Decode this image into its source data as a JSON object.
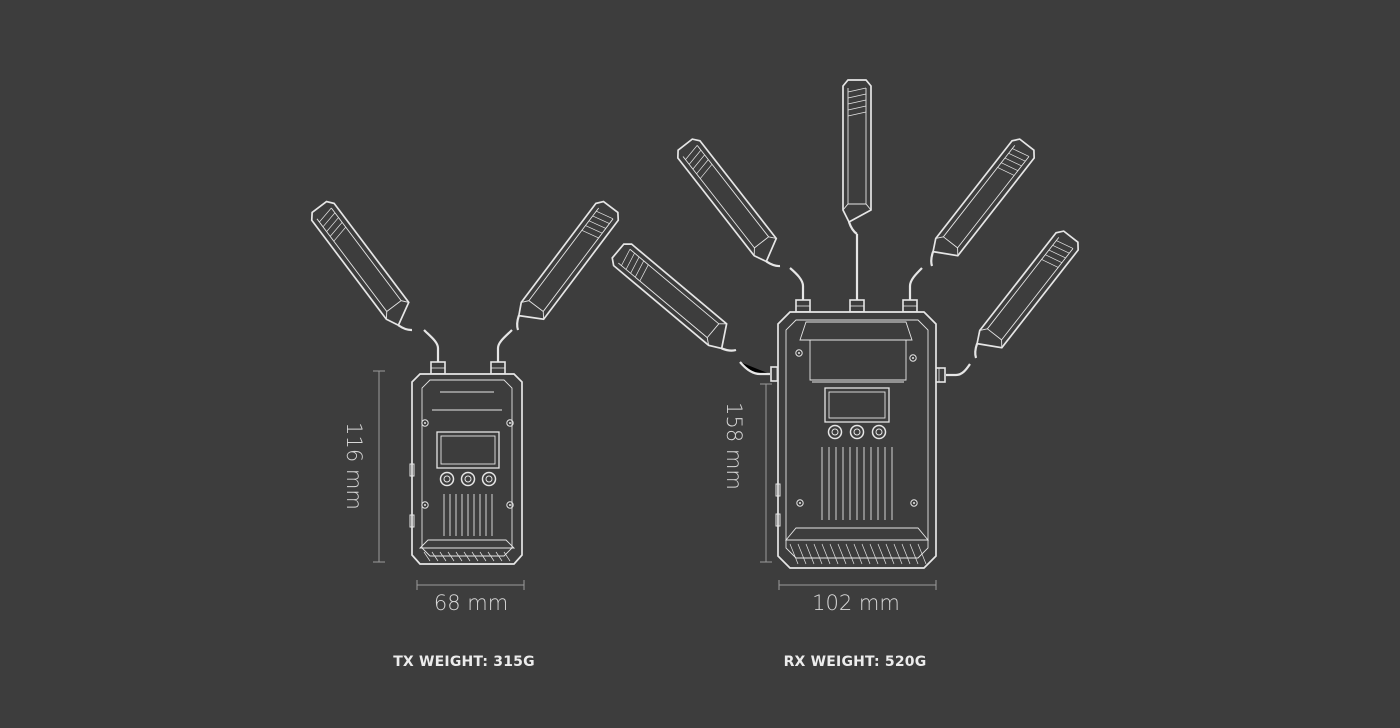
{
  "tx": {
    "height_label": "116 mm",
    "width_label": "68 mm",
    "weight_label": "TX WEIGHT: 315G"
  },
  "rx": {
    "height_label": "158 mm",
    "width_label": "102 mm",
    "weight_label": "RX WEIGHT: 520G"
  },
  "colors": {
    "background": "#3d3d3d",
    "line": "#e6e6e6",
    "dimension_line": "#9a9a9a",
    "text": "#ececec"
  }
}
